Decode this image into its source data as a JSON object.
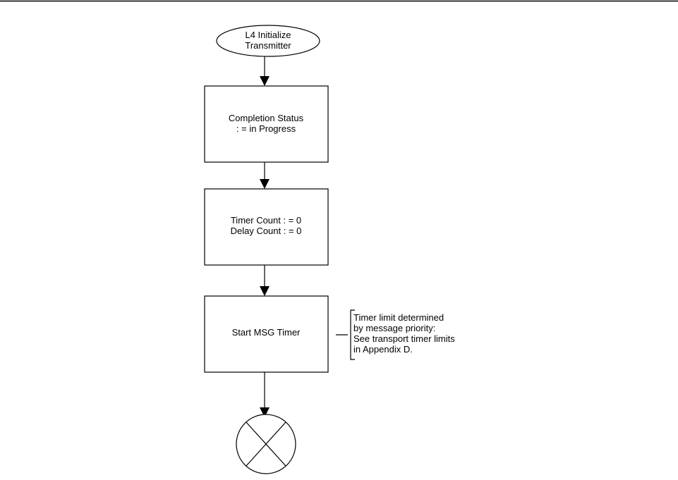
{
  "start": {
    "line1": "L4 Initialize",
    "line2": "Transmitter"
  },
  "steps": [
    {
      "line1": "Completion Status",
      "line2": ": =  in Progress"
    },
    {
      "line1": "Timer Count : = 0",
      "line2": "Delay Count : = 0"
    },
    {
      "line1": "Start MSG Timer"
    }
  ],
  "annotation": {
    "lines": [
      "Timer limit determined",
      "by message priority:",
      "See transport timer limits",
      "in Appendix D."
    ]
  }
}
